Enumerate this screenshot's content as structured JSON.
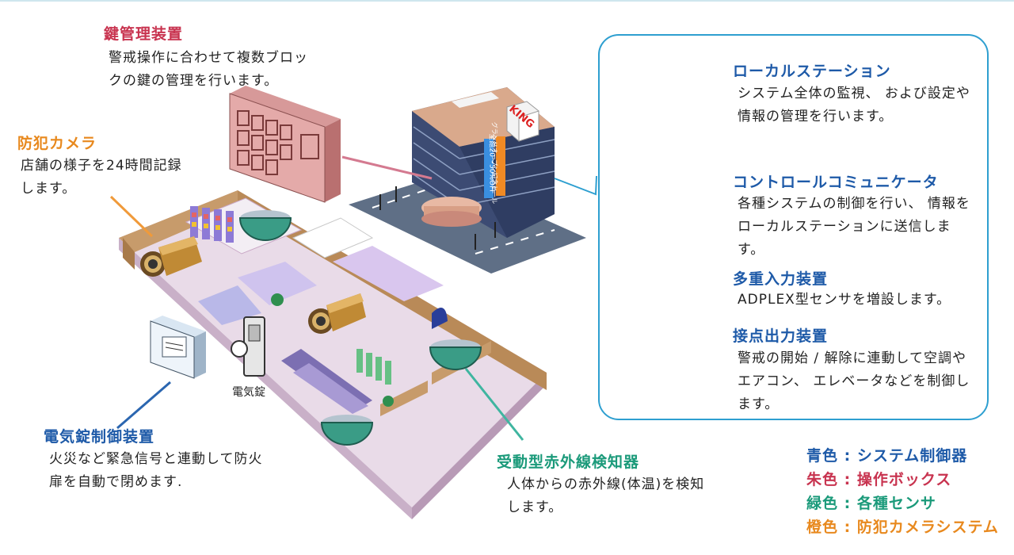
{
  "colors": {
    "blue": "#1e5aa8",
    "red": "#c8334f",
    "green": "#1b9a7a",
    "orange": "#e8891e",
    "panel_border": "#2e9fd0"
  },
  "key_manager": {
    "title": "鍵管理装置",
    "desc": "警戒操作に合わせて複数ブロックの鍵の管理を行います。"
  },
  "camera": {
    "title": "防犯カメラ",
    "desc": "店舗の様子を24時間記録します。"
  },
  "lock_controller": {
    "title": "電気錠制御装置",
    "desc": "火災など緊急信号と連動して防火扉を自動で閉めます."
  },
  "electric_lock_label": "電気錠",
  "ir_sensor": {
    "title": "受動型赤外線検知器",
    "desc": "人体からの赤外線(体温)を検知します。"
  },
  "building_signs": {
    "king": "KING",
    "vertical": "全館20～50%OFF",
    "vertical2": "グランドオープン記念セール"
  },
  "panel": {
    "local_station": {
      "title": "ローカルステーション",
      "desc": "システム全体の監視、 および設定や情報の管理を行います。"
    },
    "control_communicator": {
      "title": "コントロールコミュニケータ",
      "desc": "各種システムの制御を行い、 情報をローカルステーションに送信します。"
    },
    "multiplex_input": {
      "title": "多重入力装置",
      "desc": "ADPLEX型センサを増設します。"
    },
    "contact_output": {
      "title": "接点出力装置",
      "desc": "警戒の開始 / 解除に連動して空調やエアコン、 エレベータなどを制御します。"
    }
  },
  "legend": [
    {
      "text": "青色 : システム制御器",
      "color": "#1e5aa8"
    },
    {
      "text": "朱色 : 操作ボックス",
      "color": "#c8334f"
    },
    {
      "text": "緑色 : 各種センサ",
      "color": "#1b9a7a"
    },
    {
      "text": "橙色 : 防犯カメラシステム",
      "color": "#e8891e"
    }
  ]
}
